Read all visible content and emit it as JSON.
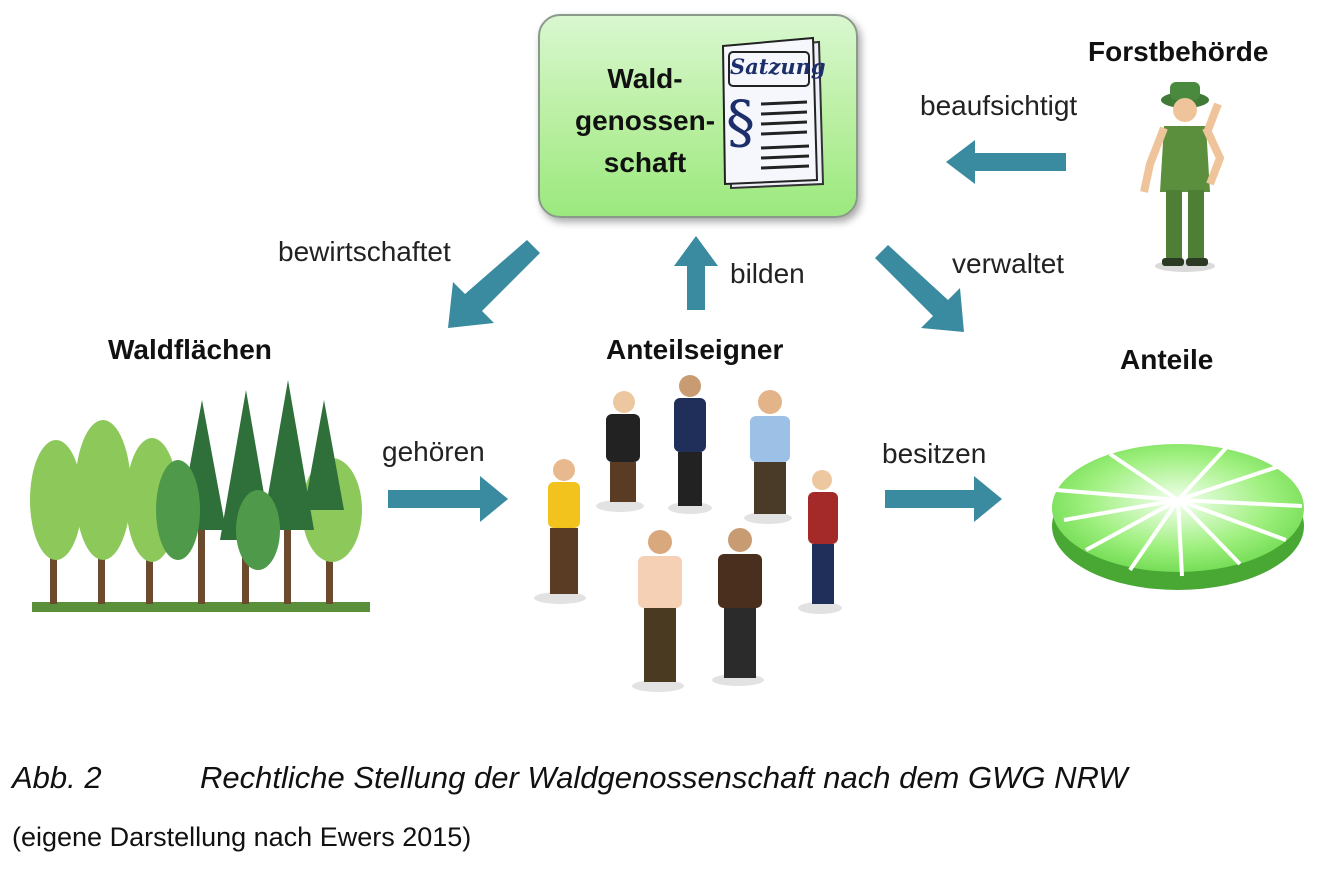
{
  "center": {
    "line1": "Wald-",
    "line2": "genossen-",
    "line3": "schaft",
    "document_label": "Satzung",
    "paragraph_symbol": "§"
  },
  "nodes": {
    "forst": "Forstbehörde",
    "wald": "Waldflächen",
    "anteilseigner": "Anteilseigner",
    "anteile": "Anteile"
  },
  "edges": {
    "beaufsichtigt": "beaufsichtigt",
    "bewirtschaftet": "bewirtschaftet",
    "bilden": "bilden",
    "verwaltet": "verwaltet",
    "gehoeren": "gehören",
    "besitzen": "besitzen"
  },
  "caption": {
    "number": "Abb. 2",
    "title": "Rechtliche Stellung der Waldgenossenschaft nach dem GWG NRW",
    "source": "(eigene Darstellung nach Ewers 2015)"
  },
  "colors": {
    "arrow": "#3a8aa0",
    "box_green": "#b8ef9f",
    "tree_dark": "#2f6f3a",
    "tree_light": "#8cc85a",
    "pie_green": "#7fe060"
  }
}
